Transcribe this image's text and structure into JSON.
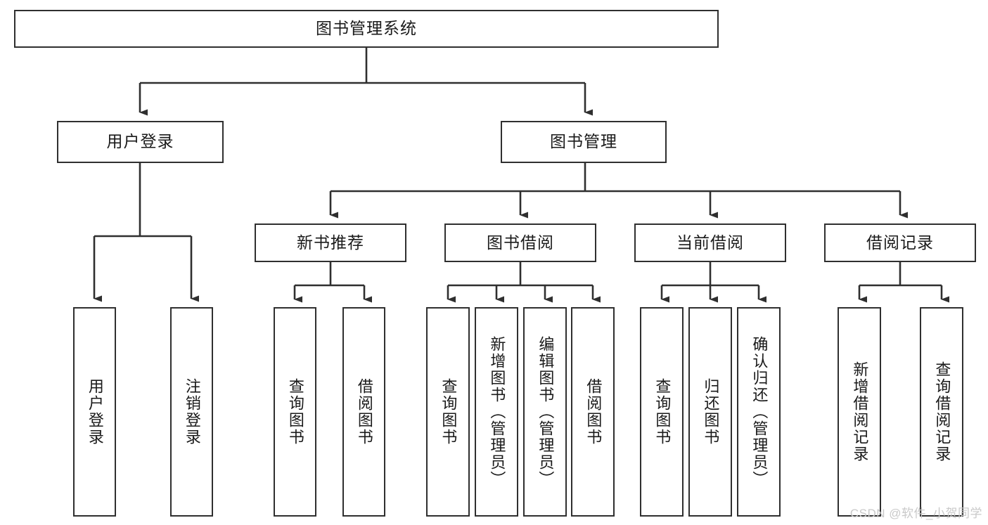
{
  "diagram": {
    "title": "图书管理系统",
    "type": "tree-hierarchy",
    "root": {
      "label": "图书管理系统"
    },
    "level2": [
      {
        "label": "用户登录"
      },
      {
        "label": "图书管理"
      }
    ],
    "level3": [
      {
        "label": "新书推荐"
      },
      {
        "label": "图书借阅"
      },
      {
        "label": "当前借阅"
      },
      {
        "label": "借阅记录"
      }
    ],
    "leaves": {
      "user_login": [
        {
          "label": "用户登录"
        },
        {
          "label": "注销登录"
        }
      ],
      "new_book_recommend": [
        {
          "label": "查询图书"
        },
        {
          "label": "借阅图书"
        }
      ],
      "book_borrow": [
        {
          "label": "查询图书"
        },
        {
          "label": "新增图书（管理员）"
        },
        {
          "label": "编辑图书（管理员）"
        },
        {
          "label": "借阅图书"
        }
      ],
      "current_borrow": [
        {
          "label": "查询图书"
        },
        {
          "label": "归还图书"
        },
        {
          "label": "确认归还（管理员）"
        }
      ],
      "borrow_record": [
        {
          "label": "新增借阅记录"
        },
        {
          "label": "查询借阅记录"
        }
      ]
    }
  },
  "watermark": {
    "text": "CSDN @软件_小贺同学"
  },
  "colors": {
    "border": "#2f2f2f",
    "text": "#1a1a1a",
    "background": "#ffffff",
    "watermark": "#c9c9c9"
  }
}
